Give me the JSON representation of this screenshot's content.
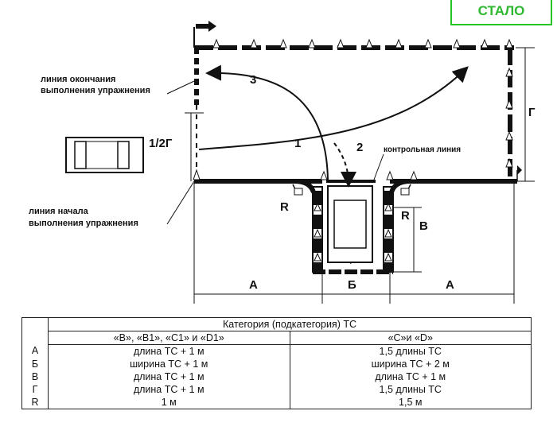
{
  "badge": "СТАЛО",
  "labels": {
    "finish_line": [
      "линия окончания",
      "выполнения упражнения"
    ],
    "start_line": [
      "линия начала",
      "выполнения упражнения"
    ],
    "control_line": "контрольная линия",
    "half_g": "1/2Г",
    "g": "Г",
    "v": "В",
    "a_left": "А",
    "b": "Б",
    "a_right": "А",
    "r_left": "R",
    "r_right": "R",
    "path1": "1",
    "path2": "2",
    "path3": "3"
  },
  "table": {
    "header": "Категория (подкатегория) ТС",
    "col1": "«В», «В1», «С1» и «D1»",
    "col2": "«С»и «D»",
    "rows": [
      {
        "letter": "А",
        "c1": "длина ТС + 1 м",
        "c2": "1,5 длины ТС"
      },
      {
        "letter": "Б",
        "c1": "ширина ТС + 1 м",
        "c2": "ширина ТС + 2 м"
      },
      {
        "letter": "В",
        "c1": "длина ТС + 1 м",
        "c2": "длина ТС + 1 м"
      },
      {
        "letter": "Г",
        "c1": "длина ТС + 1 м",
        "c2": "1,5 длины ТС"
      },
      {
        "letter": "R",
        "c1": "1 м",
        "c2": "1,5 м"
      }
    ]
  }
}
